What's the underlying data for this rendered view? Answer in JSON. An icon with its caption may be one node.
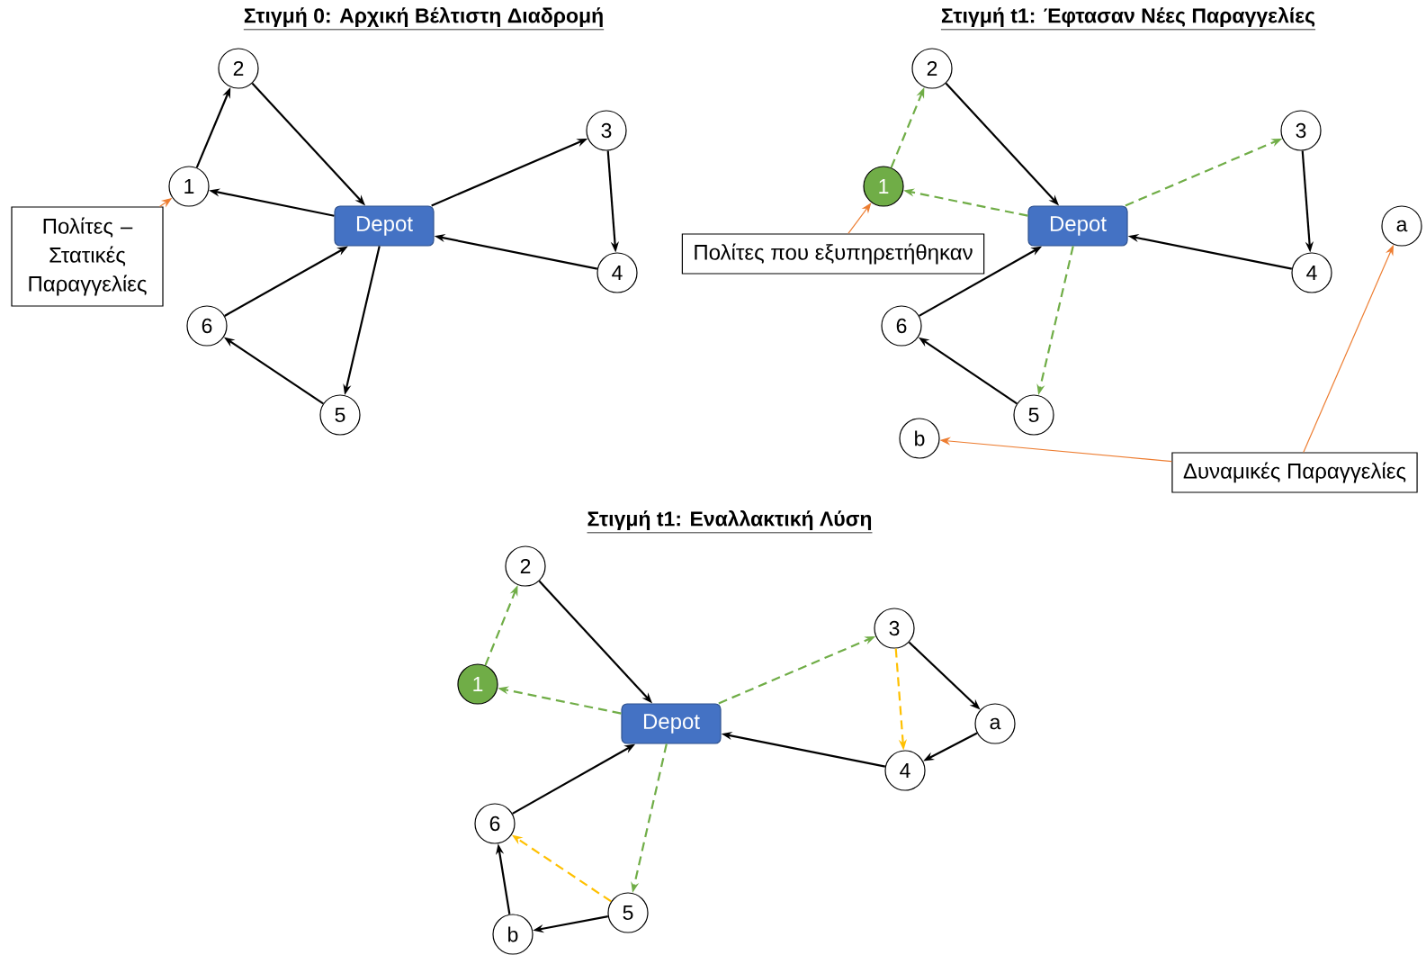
{
  "diagram": {
    "nodes": [
      {
        "text": [
          "Depot"
        ]
      },
      {
        "text": [
          "1"
        ]
      },
      {
        "text": [
          "2"
        ]
      },
      {
        "text": [
          "3"
        ]
      },
      {
        "text": [
          "4"
        ]
      },
      {
        "text": [
          "5"
        ]
      },
      {
        "text": [
          "6"
        ]
      },
      {
        "text": [
          "Πολίτες – Στατικές Παραγγελίες"
        ]
      },
      {
        "text": [
          "Depot"
        ]
      },
      {
        "text": [
          "1"
        ]
      },
      {
        "text": [
          "2"
        ]
      },
      {
        "text": [
          "3"
        ]
      },
      {
        "text": [
          "4"
        ]
      },
      {
        "text": [
          "5"
        ]
      },
      {
        "text": [
          "6"
        ]
      },
      {
        "text": [
          "a"
        ]
      },
      {
        "text": [
          "b"
        ]
      },
      {
        "text": [
          "Πολίτες που εξυπηρετήθηκαν"
        ]
      },
      {
        "text": [
          "Δυναμικές Παραγγελίες"
        ]
      },
      {
        "text": [
          "Depot"
        ]
      },
      {
        "text": [
          "1"
        ]
      },
      {
        "text": [
          "2"
        ]
      },
      {
        "text": [
          "3"
        ]
      },
      {
        "text": [
          "4"
        ]
      },
      {
        "text": [
          "5"
        ]
      },
      {
        "text": [
          "6"
        ]
      },
      {
        "text": [
          "a"
        ]
      },
      {
        "text": [
          "b"
        ]
      }
    ],
    "edges": [
      {
        "from": 0,
        "to": 1,
        "arrow": "to"
      },
      {
        "from": 1,
        "to": 2,
        "arrow": "to"
      },
      {
        "from": 2,
        "to": 0,
        "arrow": "to"
      },
      {
        "from": 0,
        "to": 3,
        "arrow": "to"
      },
      {
        "from": 3,
        "to": 4,
        "arrow": "to"
      },
      {
        "from": 4,
        "to": 0,
        "arrow": "to"
      },
      {
        "from": 0,
        "to": 5,
        "arrow": "to"
      },
      {
        "from": 5,
        "to": 6,
        "arrow": "to"
      },
      {
        "from": 6,
        "to": 0,
        "arrow": "to"
      },
      {
        "from": 7,
        "to": 1,
        "arrow": "to",
        "color": "#ed7d31"
      },
      {
        "from": 8,
        "to": 9,
        "arrow": "to",
        "style": "dashed",
        "color": "#70ad47"
      },
      {
        "from": 9,
        "to": 10,
        "arrow": "to",
        "style": "dashed",
        "color": "#70ad47"
      },
      {
        "from": 10,
        "to": 8,
        "arrow": "to"
      },
      {
        "from": 8,
        "to": 11,
        "arrow": "to",
        "style": "dashed",
        "color": "#70ad47"
      },
      {
        "from": 11,
        "to": 12,
        "arrow": "to"
      },
      {
        "from": 12,
        "to": 8,
        "arrow": "to"
      },
      {
        "from": 8,
        "to": 13,
        "arrow": "to",
        "style": "dashed",
        "color": "#70ad47"
      },
      {
        "from": 13,
        "to": 14,
        "arrow": "to"
      },
      {
        "from": 14,
        "to": 8,
        "arrow": "to"
      },
      {
        "from": 17,
        "to": 9,
        "arrow": "to",
        "color": "#ed7d31"
      },
      {
        "from": 18,
        "to": 16,
        "arrow": "to",
        "color": "#ed7d31"
      },
      {
        "from": 18,
        "to": 15,
        "arrow": "to",
        "color": "#ed7d31"
      },
      {
        "from": 19,
        "to": 20,
        "arrow": "to",
        "style": "dashed",
        "color": "#70ad47"
      },
      {
        "from": 20,
        "to": 21,
        "arrow": "to",
        "style": "dashed",
        "color": "#70ad47"
      },
      {
        "from": 21,
        "to": 19,
        "arrow": "to"
      },
      {
        "from": 19,
        "to": 22,
        "arrow": "to",
        "style": "dashed",
        "color": "#70ad47"
      },
      {
        "from": 22,
        "to": 26,
        "arrow": "to"
      },
      {
        "from": 26,
        "to": 23,
        "arrow": "to"
      },
      {
        "from": 22,
        "to": 23,
        "arrow": "to",
        "style": "dashed",
        "color": "#ffc000"
      },
      {
        "from": 23,
        "to": 19,
        "arrow": "to"
      },
      {
        "from": 19,
        "to": 24,
        "arrow": "to",
        "style": "dashed",
        "color": "#70ad47"
      },
      {
        "from": 24,
        "to": 27,
        "arrow": "to"
      },
      {
        "from": 27,
        "to": 25,
        "arrow": "to"
      },
      {
        "from": 24,
        "to": 25,
        "arrow": "to",
        "style": "dashed",
        "color": "#ffc000"
      },
      {
        "from": 25,
        "to": 19,
        "arrow": "to"
      }
    ],
    "labels": [
      "Στιγμή 0: Αρχική Βέλτιστη Διαδρομή",
      "Στιγμή t1: Έφτασαν Νέες Παραγγελίες",
      "Στιγμή t1: Εναλλακτική Λύση"
    ]
  }
}
